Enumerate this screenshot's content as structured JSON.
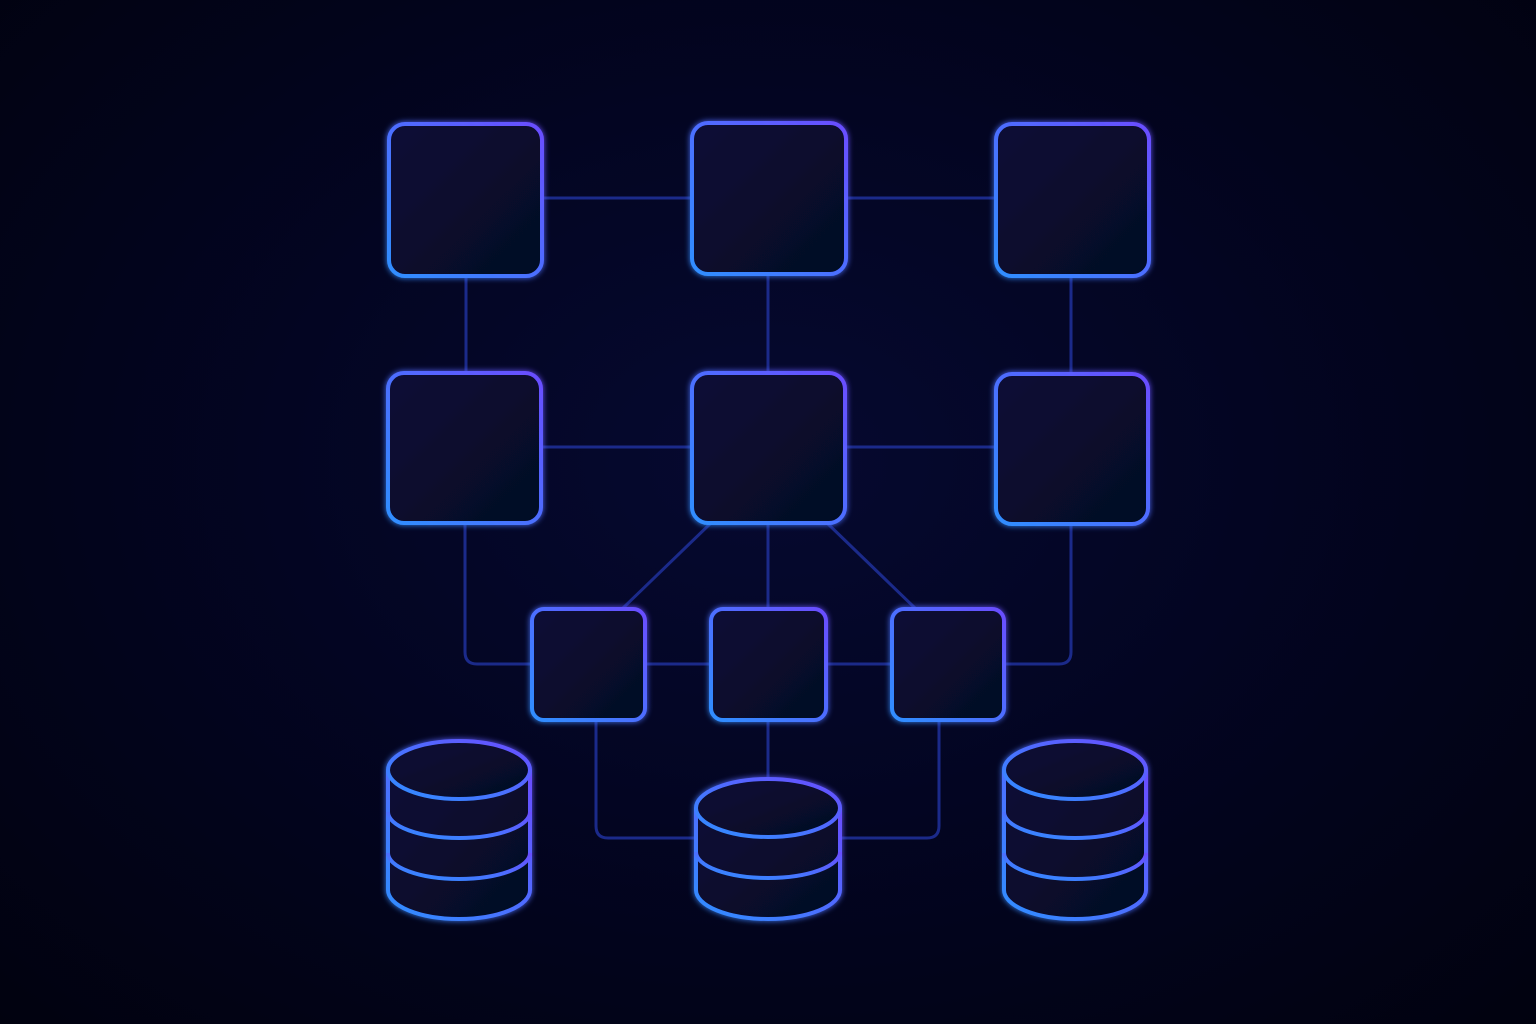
{
  "diagram": {
    "colors": {
      "background": "#02031a",
      "node_fill": "#07092b",
      "border_start": "#2f8fff",
      "border_end": "#6a4dff",
      "connector": "#1b2a8a"
    },
    "nodes": [
      {
        "id": "n-top-left",
        "shape": "box"
      },
      {
        "id": "n-top-center",
        "shape": "box"
      },
      {
        "id": "n-top-right",
        "shape": "box"
      },
      {
        "id": "n-mid-left",
        "shape": "box"
      },
      {
        "id": "n-mid-center",
        "shape": "box"
      },
      {
        "id": "n-mid-right",
        "shape": "box"
      },
      {
        "id": "n-low-left",
        "shape": "box"
      },
      {
        "id": "n-low-center",
        "shape": "box"
      },
      {
        "id": "n-low-right",
        "shape": "box"
      },
      {
        "id": "db-left",
        "shape": "database"
      },
      {
        "id": "db-center",
        "shape": "database"
      },
      {
        "id": "db-right",
        "shape": "database"
      }
    ],
    "edges": [
      [
        "n-top-left",
        "n-top-center"
      ],
      [
        "n-top-center",
        "n-top-right"
      ],
      [
        "n-top-left",
        "n-mid-left"
      ],
      [
        "n-top-center",
        "n-mid-center"
      ],
      [
        "n-top-right",
        "n-mid-right"
      ],
      [
        "n-mid-left",
        "n-mid-center"
      ],
      [
        "n-mid-center",
        "n-mid-right"
      ],
      [
        "n-mid-center",
        "n-low-left"
      ],
      [
        "n-mid-center",
        "n-low-center"
      ],
      [
        "n-mid-center",
        "n-low-right"
      ],
      [
        "n-mid-left",
        "n-low-left"
      ],
      [
        "n-mid-right",
        "n-low-right"
      ],
      [
        "n-low-left",
        "n-low-center"
      ],
      [
        "n-low-center",
        "n-low-right"
      ],
      [
        "n-low-left",
        "db-center"
      ],
      [
        "n-low-center",
        "db-center"
      ],
      [
        "n-low-right",
        "db-center"
      ]
    ]
  }
}
